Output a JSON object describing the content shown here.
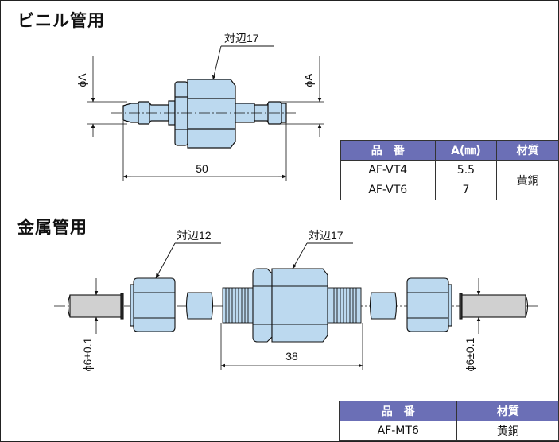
{
  "vinyl_section": {
    "title": "ビニル管用",
    "hex_label": "対辺17",
    "phi_label": "ϕA",
    "length_label": "50"
  },
  "vinyl_table": {
    "headers": [
      "品　番",
      "A(㎜)",
      "材質"
    ],
    "rows": [
      {
        "part": "AF-VT4",
        "a": "5.5"
      },
      {
        "part": "AF-VT6",
        "a": "7"
      }
    ],
    "material": "黄銅"
  },
  "metal_section": {
    "title": "金属管用",
    "hex_label_small": "対辺12",
    "hex_label_large": "対辺17",
    "phi_label": "ϕ6±0.1",
    "length_label": "38"
  },
  "metal_table": {
    "headers": [
      "品　番",
      "材質"
    ],
    "rows": [
      {
        "part": "AF-MT6",
        "material": "黄銅"
      }
    ]
  },
  "colors": {
    "fitting_fill": "#bcd9ef",
    "tube_fill": "#d0d0d0",
    "header_fill": "#6b6fb6"
  }
}
